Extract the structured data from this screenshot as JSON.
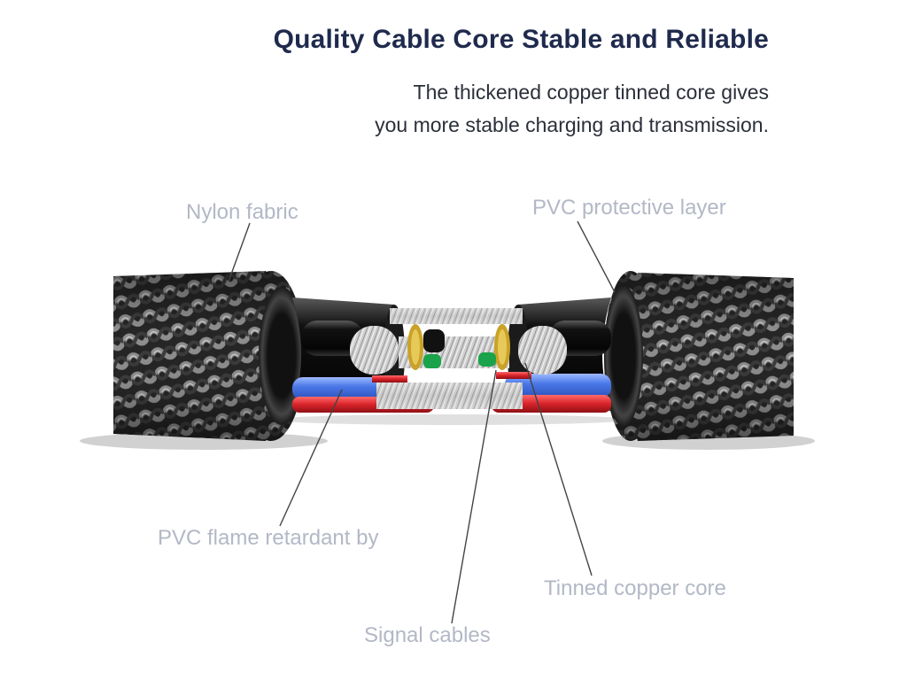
{
  "header": {
    "title": "Quality Cable Core Stable and Reliable",
    "subtitle_line1": "The thickened copper tinned core gives",
    "subtitle_line2": "you more stable charging and transmission."
  },
  "labels": {
    "nylon_fabric": "Nylon fabric",
    "pvc_protective_layer": "PVC protective layer",
    "pvc_flame_retardant": "PVC flame retardant by",
    "tinned_copper_core": "Tinned copper core",
    "signal_cables": "Signal cables"
  },
  "colors": {
    "title": "#1f2a4d",
    "label": "#b3b8c6",
    "leader_line": "#444444",
    "blue_wire": "#4a78e8",
    "red_wire": "#d8232a",
    "green_wire": "#1aa34a",
    "braid_dark": "#2a2a2a",
    "braid_light": "#9a9a9a"
  }
}
